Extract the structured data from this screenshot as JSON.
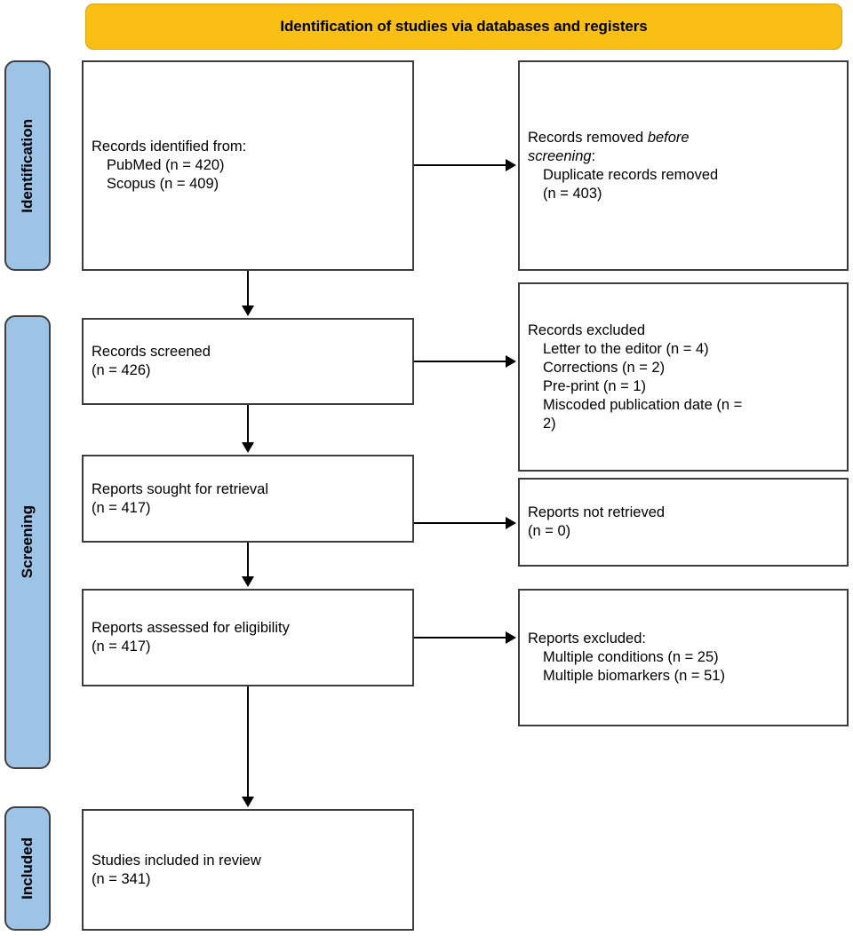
{
  "banner": {
    "title": "Identification of studies via databases and registers",
    "color": "#F9BF15"
  },
  "stages": {
    "identification": "Identification",
    "screening": "Screening",
    "included": "Included",
    "color": "#9DC3E6"
  },
  "boxes": {
    "identified": {
      "line1": "Records identified from:",
      "line2": "PubMed (n = 420)",
      "line3": "Scopus (n = 409)"
    },
    "removed": {
      "line1_a": "Records removed ",
      "line1_b": "before",
      "line2_a": "screening",
      "line2_b": ":",
      "line3": "Duplicate records removed",
      "line4": "(n = 403)"
    },
    "screened": {
      "line1": "Records screened",
      "line2": "(n = 426)"
    },
    "records_excluded": {
      "line1": "Records excluded",
      "line2": "Letter to the editor (n = 4)",
      "line3": "Corrections (n = 2)",
      "line4": "Pre-print (n = 1)",
      "line5": "Miscoded publication date (n =",
      "line6": "2)"
    },
    "sought": {
      "line1": "Reports sought for retrieval",
      "line2": "(n = 417)"
    },
    "not_retrieved": {
      "line1": "Reports not retrieved",
      "line2": "(n = 0)"
    },
    "assessed": {
      "line1": "Reports assessed for eligibility",
      "line2": "(n = 417)"
    },
    "reports_excluded": {
      "line1": "Reports excluded:",
      "line2": "Multiple conditions (n = 25)",
      "line3": "Multiple biomarkers (n = 51)"
    },
    "included_review": {
      "line1": "Studies included in review",
      "line2": "(n = 341)"
    }
  },
  "chart_data": {
    "type": "diagram",
    "title": "Identification of studies via databases and registers",
    "stages": [
      "Identification",
      "Screening",
      "Included"
    ],
    "nodes": [
      {
        "id": "identified",
        "stage": "Identification",
        "label": "Records identified from",
        "sources": [
          {
            "name": "PubMed",
            "n": 420
          },
          {
            "name": "Scopus",
            "n": 409
          }
        ]
      },
      {
        "id": "removed",
        "stage": "Identification",
        "label": "Records removed before screening",
        "items": [
          {
            "name": "Duplicate records removed",
            "n": 403
          }
        ]
      },
      {
        "id": "screened",
        "stage": "Screening",
        "label": "Records screened",
        "n": 426
      },
      {
        "id": "records_excluded",
        "stage": "Screening",
        "label": "Records excluded",
        "items": [
          {
            "name": "Letter to the editor",
            "n": 4
          },
          {
            "name": "Corrections",
            "n": 2
          },
          {
            "name": "Pre-print",
            "n": 1
          },
          {
            "name": "Miscoded publication date",
            "n": 2
          }
        ]
      },
      {
        "id": "sought",
        "stage": "Screening",
        "label": "Reports sought for retrieval",
        "n": 417
      },
      {
        "id": "not_retrieved",
        "stage": "Screening",
        "label": "Reports not retrieved",
        "n": 0
      },
      {
        "id": "assessed",
        "stage": "Screening",
        "label": "Reports assessed for eligibility",
        "n": 417
      },
      {
        "id": "reports_excluded",
        "stage": "Screening",
        "label": "Reports excluded",
        "items": [
          {
            "name": "Multiple conditions",
            "n": 25
          },
          {
            "name": "Multiple biomarkers",
            "n": 51
          }
        ]
      },
      {
        "id": "included_review",
        "stage": "Included",
        "label": "Studies included in review",
        "n": 341
      }
    ],
    "edges": [
      {
        "from": "identified",
        "to": "removed"
      },
      {
        "from": "identified",
        "to": "screened"
      },
      {
        "from": "screened",
        "to": "records_excluded"
      },
      {
        "from": "screened",
        "to": "sought"
      },
      {
        "from": "sought",
        "to": "not_retrieved"
      },
      {
        "from": "sought",
        "to": "assessed"
      },
      {
        "from": "assessed",
        "to": "reports_excluded"
      },
      {
        "from": "assessed",
        "to": "included_review"
      }
    ]
  }
}
